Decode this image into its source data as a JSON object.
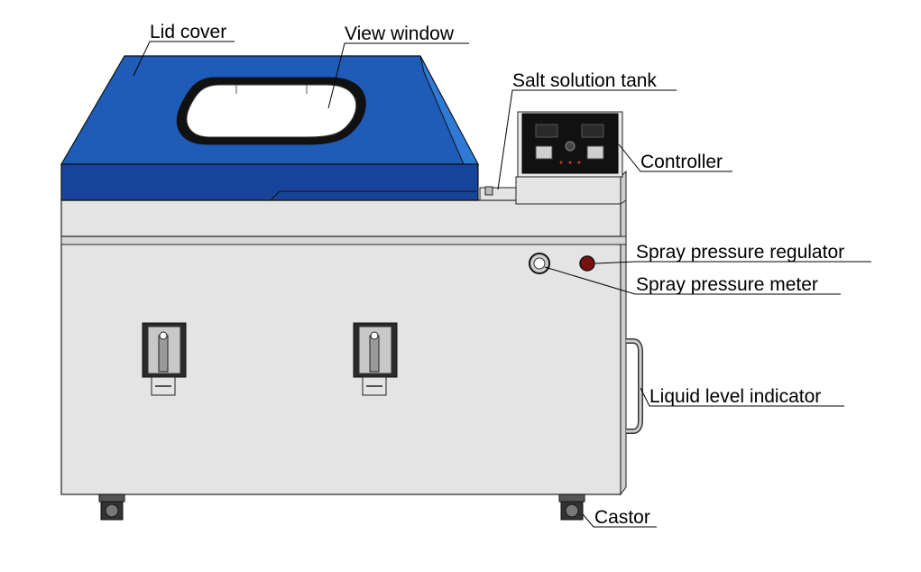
{
  "labels": {
    "lid_cover": "Lid cover",
    "view_window": "View window",
    "salt_solution_tank": "Salt solution tank",
    "controller": "Controller",
    "spray_pressure_regulator": "Spray pressure regulator",
    "spray_pressure_meter": "Spray pressure meter",
    "liquid_level_indicator": "Liquid level indicator",
    "castor": "Castor"
  },
  "colors": {
    "lid_blue": "#1f5cb8",
    "lid_blue_dark": "#16449a",
    "body_gray": "#e4e4e4",
    "panel_black": "#111111",
    "regulator_red": "#7a1010",
    "outline": "#222222"
  }
}
